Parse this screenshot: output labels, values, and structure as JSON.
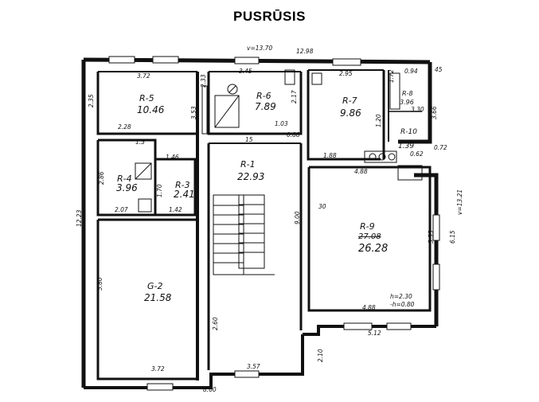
{
  "title": "PUSRŪSIS",
  "rooms": [
    {
      "id": "r5",
      "label": "R-5",
      "area": "10.46"
    },
    {
      "id": "r6",
      "label": "R-6",
      "area": "7.89"
    },
    {
      "id": "r7",
      "label": "R-7",
      "area": "9.86"
    },
    {
      "id": "r8",
      "label": "R-8",
      "area": "3.96"
    },
    {
      "id": "r10",
      "label": "R-10",
      "area": "1.39"
    },
    {
      "id": "r4",
      "label": "R-4",
      "area": "3.96"
    },
    {
      "id": "r3",
      "label": "R-3",
      "area": "2.41"
    },
    {
      "id": "r1",
      "label": "R-1",
      "area": "22.93"
    },
    {
      "id": "r9",
      "label": "R-9",
      "area_old": "27.08",
      "area": "26.28"
    },
    {
      "id": "g2",
      "label": "G-2",
      "area": "21.58"
    }
  ],
  "dimensions": {
    "top_total": "12.98",
    "top_partial": "v=13.70",
    "d_3_72_top": "3.72",
    "d_2_35": "2.35",
    "d_3_45": "3.45",
    "d_2_33": "2.33",
    "d_2_17": "2.17",
    "d_2_95": "2.95",
    "d_0_94": "0.94",
    "d_3_53": "3.53",
    "d_2_28": "2.28",
    "d_1_03": "1.03",
    "d_0_88": "0.88",
    "d_1_88": "1.88",
    "d_3_66": "3.66",
    "d_1_20": "1.20",
    "d_1_72": "1.72",
    "d_3_30": "3.30",
    "d_1_15a": "1.5",
    "d_1_46": "1.46",
    "d_0_72": "0.72",
    "d_0_62": "0.62",
    "d_2_86": "2.86",
    "d_2_07": "2.07",
    "d_1_70": "1.70",
    "d_1_42": "1.42",
    "d_4_88_top": "4.88",
    "d_12_23": "12.23",
    "d_9_00": "9.00",
    "d_5_55": "5.55",
    "d_6_15": "6.15",
    "d_13_21": "v=13.21",
    "d_5_80": "5.80",
    "d_2_60": "2.60",
    "d_3_72_bottom": "3.72",
    "d_3_57": "3.57",
    "d_2_10": "2.10",
    "d_4_88_bottom": "4.88",
    "d_5_12": "5.12",
    "d_8_60": "8.60",
    "heights": "h=2.30",
    "heights2": "-h=0.80",
    "d_15": "15",
    "d_30": "30",
    "d_45": "45"
  }
}
